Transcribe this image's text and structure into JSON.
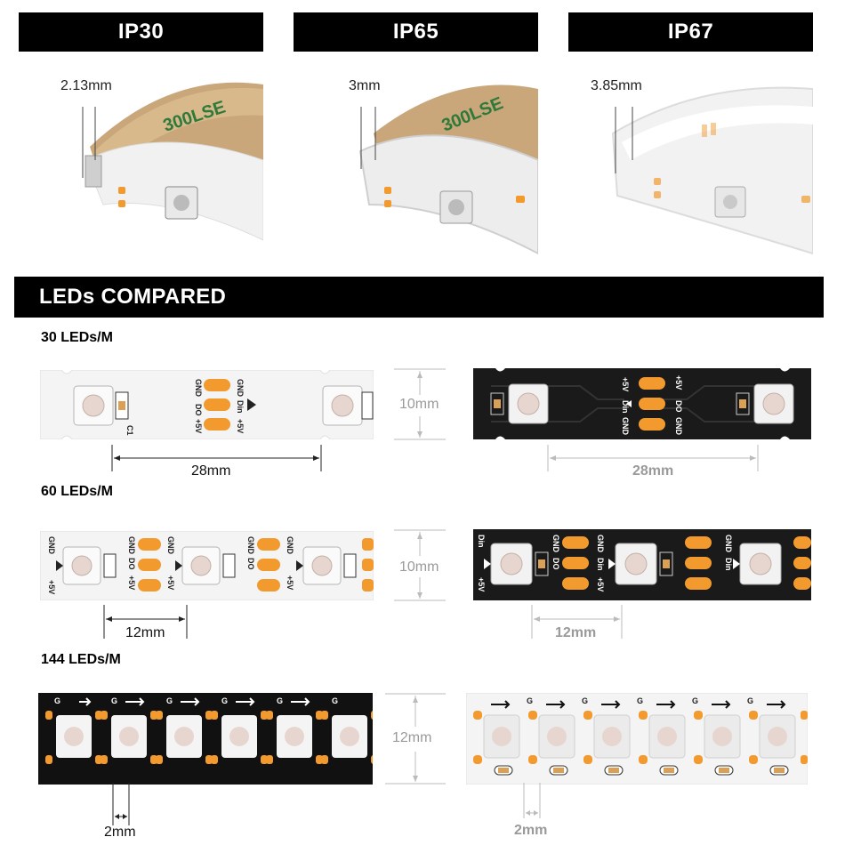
{
  "ip_versions": [
    {
      "label": "IP30",
      "thickness": "2.13mm",
      "tape_text": "300LSE"
    },
    {
      "label": "IP65",
      "thickness": "3mm",
      "tape_text": "300LSE"
    },
    {
      "label": "IP67",
      "thickness": "3.85mm"
    }
  ],
  "section_title": "LEDs COMPARED",
  "densities": [
    {
      "label": "30 LEDs/M",
      "width": "10mm",
      "spacing": "28mm"
    },
    {
      "label": "60 LEDs/M",
      "width": "10mm",
      "spacing": "12mm"
    },
    {
      "label": "144 LEDs/M",
      "width": "12mm",
      "spacing": "2mm"
    }
  ],
  "pcb_markings": {
    "plus5v": "+5V",
    "din": "Din",
    "do": "DO",
    "gnd": "GND",
    "cap": "C1",
    "g": "G"
  },
  "colors": {
    "pad_orange": "#f29a2e",
    "pcb_white": "#f4f4f4",
    "pcb_black": "#1a1a1a",
    "header_black": "#000000"
  }
}
